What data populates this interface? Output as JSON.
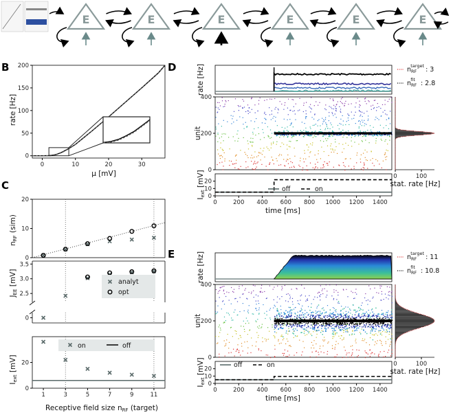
{
  "panels": {
    "b": "B",
    "c": "C",
    "d": "D",
    "e": "E"
  },
  "network": {
    "unit_label": "E",
    "units": 6,
    "highlight_index": 3,
    "colors": {
      "unit": "#8a9a9a",
      "input": "#6a8a8a",
      "highlight_input": "#000000",
      "arrow": "#000000"
    }
  },
  "chart_data": [
    {
      "id": "B",
      "type": "line",
      "title": "",
      "xlabel": "μ [mV]",
      "ylabel": "rate [Hz]",
      "xlim": [
        -3,
        37
      ],
      "ylim": [
        -5,
        200
      ],
      "xticks": [
        0,
        10,
        20,
        30
      ],
      "yticks": [
        0,
        50,
        100,
        150,
        200
      ],
      "grid": false,
      "series": [
        {
          "name": "",
          "style": "solid",
          "color": "#000000",
          "x": [
            -3,
            0,
            2,
            3,
            4,
            5,
            6,
            7,
            8,
            10,
            15,
            20,
            25,
            30,
            35,
            37
          ],
          "y": [
            0,
            0,
            0.3,
            1,
            2.5,
            5,
            8,
            12,
            16,
            25,
            55,
            86,
            118,
            150,
            183,
            200
          ]
        },
        {
          "name": "",
          "style": "dashed",
          "color": "#555555",
          "x": [
            -3,
            0,
            2,
            3,
            4,
            5,
            6,
            7,
            8,
            10,
            15,
            20,
            25,
            30,
            35,
            37
          ],
          "y": [
            0,
            0,
            0,
            0.5,
            2,
            4.5,
            7.5,
            11.5,
            15.5,
            25,
            55,
            86,
            118,
            150,
            183,
            200
          ]
        }
      ],
      "inset": {
        "xlim": [
          2,
          8
        ],
        "ylim": [
          0,
          18
        ]
      }
    },
    {
      "id": "C1",
      "type": "scatter",
      "title": "",
      "ylabel": "n_RF (sim)",
      "x": [
        1,
        3,
        5,
        7,
        9,
        11
      ],
      "ylim": [
        0,
        20
      ],
      "yticks": [
        0,
        10,
        20
      ],
      "series": [
        {
          "name": "analyt",
          "marker": "x",
          "y": [
            0.8,
            2.8,
            4.6,
            5.6,
            6.2,
            6.8
          ]
        },
        {
          "name": "opt",
          "marker": "o",
          "y": [
            0.8,
            2.9,
            4.8,
            6.6,
            9.0,
            10.9
          ]
        }
      ],
      "identity_line": true,
      "vlines": [
        3,
        11
      ]
    },
    {
      "id": "C2",
      "type": "scatter",
      "title": "",
      "ylabel": "J_EE [mV]",
      "x": [
        1,
        3,
        5,
        7,
        9,
        11
      ],
      "yticks_upper": [
        2.5,
        3.0,
        3.5
      ],
      "yticks_lower": [
        0
      ],
      "series": [
        {
          "name": "analyt",
          "marker": "x",
          "y": [
            0,
            2.42,
            3.02,
            3.15,
            3.22,
            3.25
          ]
        },
        {
          "name": "opt",
          "marker": "o",
          "y": [
            null,
            null,
            3.06,
            3.2,
            3.24,
            3.27
          ]
        }
      ],
      "legend": [
        "analyt",
        "opt"
      ],
      "vlines": [
        3,
        11
      ]
    },
    {
      "id": "C3",
      "type": "scatter",
      "title": "",
      "xlabel": "Receptive field size n_RF (target)",
      "ylabel": "I_ext [mV]",
      "x": [
        1,
        3,
        5,
        7,
        9,
        11
      ],
      "ylim": [
        0,
        40
      ],
      "yticks": [
        0,
        20
      ],
      "xticks": [
        1,
        3,
        5,
        7,
        9,
        11
      ],
      "series": [
        {
          "name": "on",
          "marker": "x",
          "y": [
            36,
            22,
            15,
            12,
            10.5,
            9.5
          ]
        },
        {
          "name": "off",
          "style": "solid",
          "y_const": 6
        }
      ],
      "vlines": [
        3,
        11
      ]
    },
    {
      "id": "D",
      "type": "raster",
      "n_target": "3",
      "n_fit": "2.8",
      "rate_ylabel": "rate [Hz]",
      "unit_ylabel": "unit",
      "stat_xlabel": "stat. rate [Hz]",
      "iext_ylabel": "I_ext [mV]",
      "xlabel": "time [ms]",
      "xlim": [
        0,
        1500
      ],
      "xticks": [
        0,
        200,
        400,
        600,
        800,
        1000,
        1200,
        1400
      ],
      "unit_yticks": [
        0,
        200,
        400
      ],
      "stat_xticks": [
        0,
        100
      ],
      "onset_ms": 500,
      "iext_off": 5,
      "iext_on": 22,
      "legend": [
        "off",
        "on"
      ]
    },
    {
      "id": "E",
      "type": "raster",
      "n_target": "11",
      "n_fit": "10.8",
      "rate_ylabel": "rate [Hz]",
      "unit_ylabel": "unit",
      "stat_xlabel": "stat. rate [Hz]",
      "iext_ylabel": "I_ext [mV]",
      "xlabel": "time [ms]",
      "xlim": [
        0,
        1500
      ],
      "xticks": [
        0,
        200,
        400,
        600,
        800,
        1000,
        1200,
        1400
      ],
      "unit_yticks": [
        0,
        200,
        400
      ],
      "stat_xticks": [
        0,
        100
      ],
      "onset_ms": 500,
      "iext_off": 5,
      "iext_on": 9.5,
      "legend": [
        "off",
        "on"
      ]
    }
  ],
  "labels": {
    "b_x": "μ [mV]",
    "b_y": "rate [Hz]",
    "c1_y": "n",
    "c1_ysub": "RF",
    "c1_ysuf": " (sim)",
    "c2_y": "J",
    "c2_ysub": "EE",
    "c2_ysuf": " [mV]",
    "c3_y": "I",
    "c3_ysub": "ext",
    "c3_ysuf": " [mV]",
    "c_x": "Receptive field size n",
    "c_xsub": "RF",
    "c_xsuf": " (target)",
    "leg_analyt": "analyt",
    "leg_opt": "opt",
    "leg_on": "on",
    "leg_off": "off",
    "nrf": "n",
    "nrf_sub": "RF",
    "target": "target",
    "fit": "fit",
    "d_target_val": ":  3",
    "d_fit_val": ":  2.8",
    "e_target_val": ":  11",
    "e_fit_val": ":  10.8",
    "rate": "rate [Hz]",
    "unit": "unit",
    "stat": "stat. rate [Hz]",
    "iext": "I",
    "iext_sub": "ext",
    "iext_suf": "  [mV]",
    "time": "time [ms]"
  }
}
